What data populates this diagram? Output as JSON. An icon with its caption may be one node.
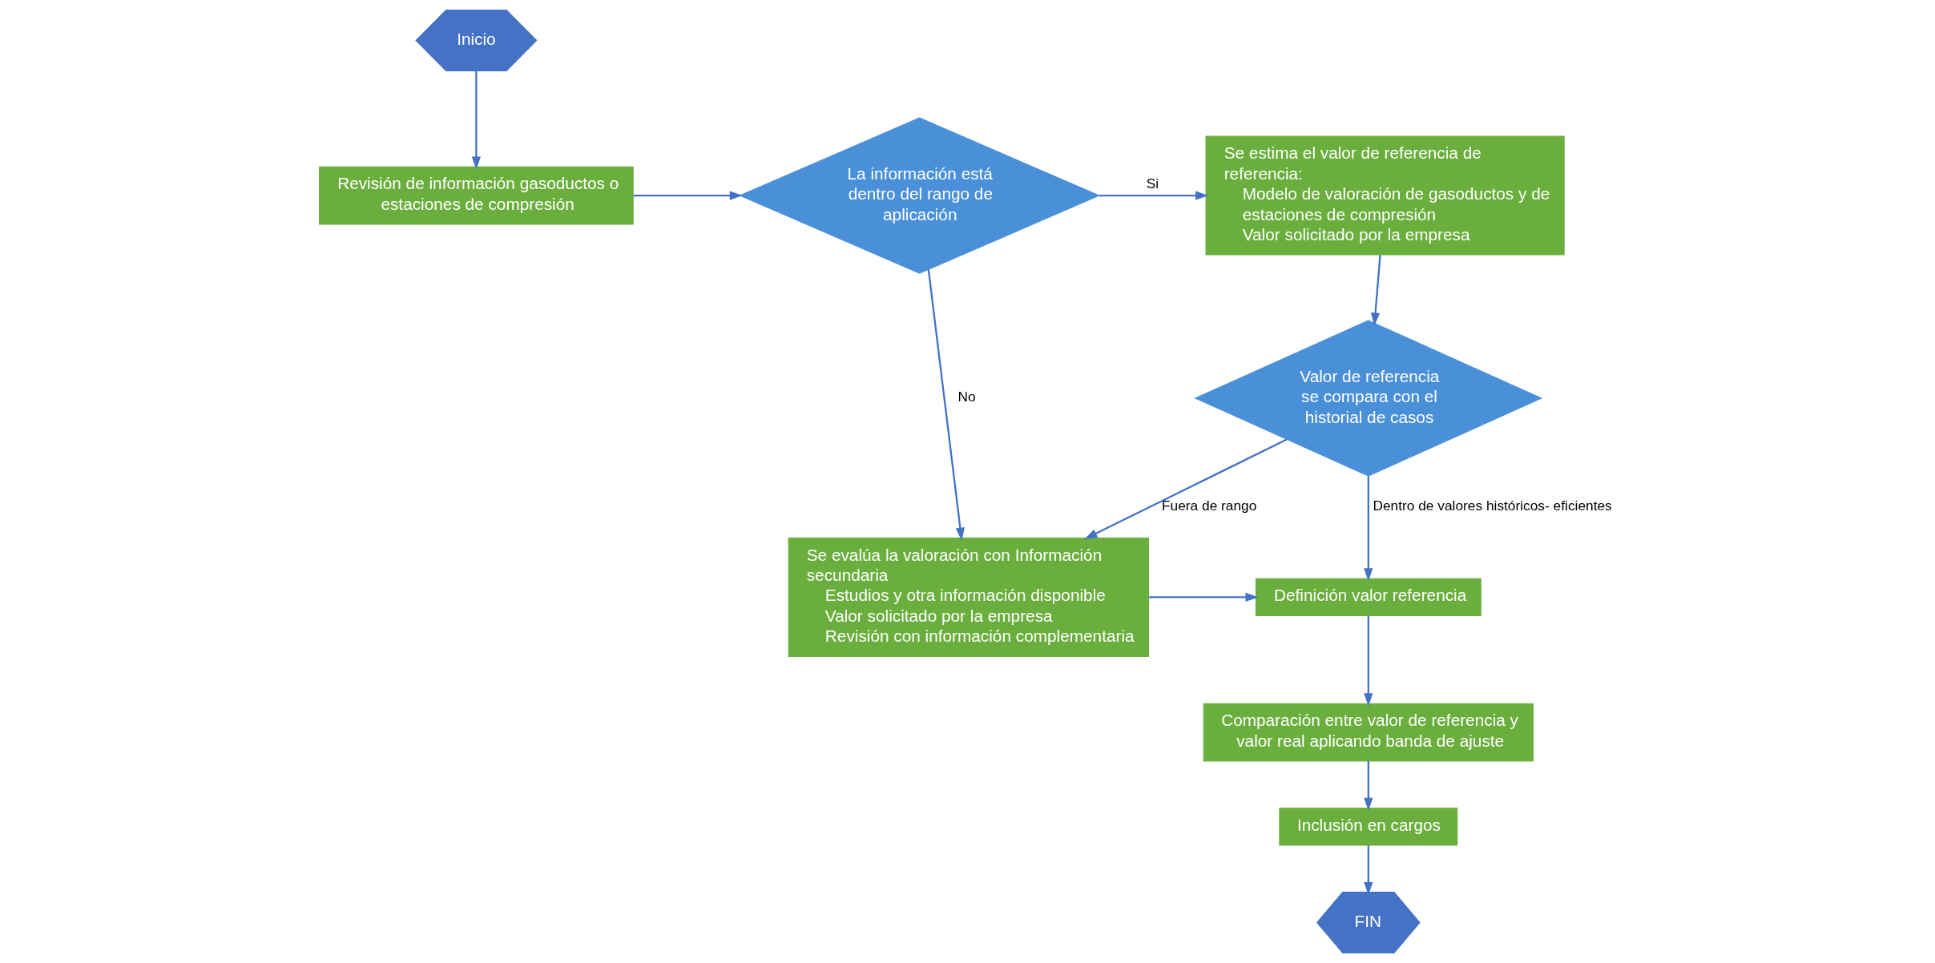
{
  "diagram": {
    "nodes": [
      {
        "text": [
          "Inicio"
        ]
      },
      {
        "text": [
          "Revisión de información gasoductos o estaciones de compresión"
        ]
      },
      {
        "text": [
          "La información está dentro del rango de aplicación"
        ]
      },
      {
        "text": [
          "Se estima el valor de referencia de referencia:",
          "Modelo de valoración de gasoductos y de estaciones de compresión",
          "Valor solicitado por la empresa"
        ]
      },
      {
        "text": [
          "Valor de referencia se compara con el historial de casos"
        ]
      },
      {
        "text": [
          "Se evalúa la valoración con Información secundaria",
          "Estudios y otra información disponible",
          "Valor solicitado por la empresa",
          "Revisión con información complementaria"
        ]
      },
      {
        "text": [
          "Definición valor referencia"
        ]
      },
      {
        "text": [
          "Comparación entre valor de referencia y valor real aplicando banda de ajuste"
        ]
      },
      {
        "text": [
          "Inclusión en cargos"
        ]
      },
      {
        "text": [
          "FIN"
        ]
      }
    ],
    "edges": [
      {
        "from": 0,
        "to": 1,
        "arrow": "to"
      },
      {
        "from": 1,
        "to": 2,
        "arrow": "to"
      },
      {
        "from": 2,
        "to": 3,
        "arrow": "to",
        "label": "Si"
      },
      {
        "from": 2,
        "to": 5,
        "arrow": "to",
        "label": "No"
      },
      {
        "from": 3,
        "to": 4,
        "arrow": "to"
      },
      {
        "from": 4,
        "to": 5,
        "arrow": "to",
        "label": "Fuera de rango"
      },
      {
        "from": 4,
        "to": 6,
        "arrow": "to",
        "label": "Dentro de valores históricos- eficientes"
      },
      {
        "from": 5,
        "to": 6,
        "arrow": "to"
      },
      {
        "from": 6,
        "to": 7,
        "arrow": "to"
      },
      {
        "from": 7,
        "to": 8,
        "arrow": "to"
      },
      {
        "from": 8,
        "to": 9,
        "arrow": "to"
      }
    ]
  }
}
